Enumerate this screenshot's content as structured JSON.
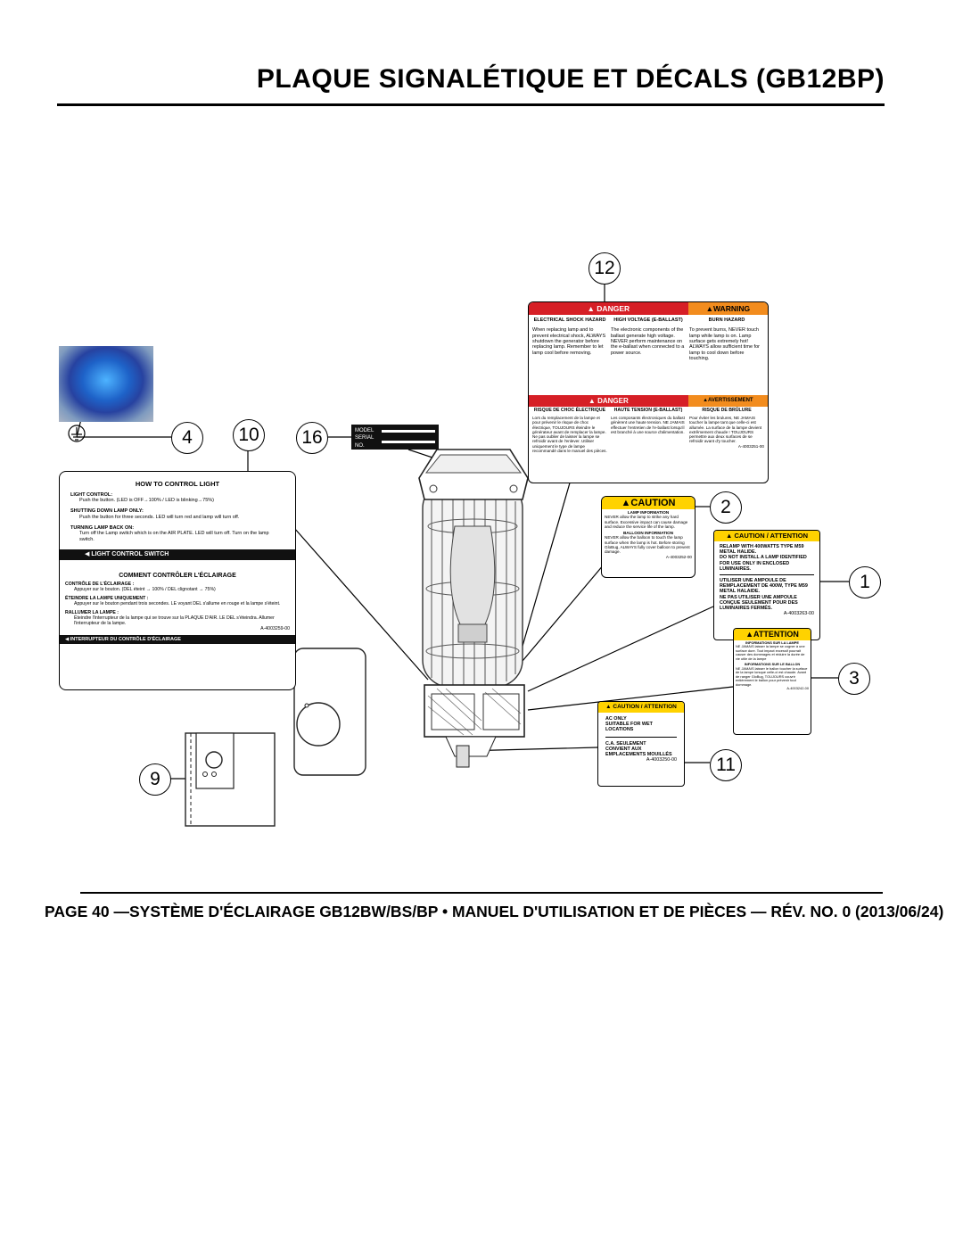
{
  "header": {
    "title": "PLAQUE SIGNALÉTIQUE ET DÉCALS (GB12BP)"
  },
  "footer": {
    "text": "PAGE 40 —SYSTÈME D'ÉCLAIRAGE GB12BW/BS/BP • MANUEL D'UTILISATION ET DE PIÈCES — RÉV. NO. 0 (2013/06/24)"
  },
  "callouts": [
    "1",
    "2",
    "3",
    "4",
    "9",
    "10",
    "11",
    "12",
    "16"
  ],
  "nameplate": {
    "model": "MODEL",
    "serial": "SERIAL NO."
  },
  "light_label": {
    "title_en": "HOW TO CONTROL LIGHT",
    "l1_head": "LIGHT CONTROL:",
    "l1_text": "Push the button. (LED is OFF→100% / LED is blinking→75%)",
    "l2_head": "SHUTTING DOWN LAMP ONLY:",
    "l2_text": "Push the button for three seconds. LED will turn red and lamp will turn off.",
    "l3_head": "TURNING LAMP BACK ON:",
    "l3_text": "Turn off the Lamp switch which is on the AIR PLATE. LED will turn off. Turn on the lamp switch.",
    "bar_en": "LIGHT CONTROL SWITCH",
    "title_fr": "COMMENT CONTRÔLER L'ÉCLAIRAGE",
    "f1_head": "CONTRÔLE DE L'ÉCLAIRAGE :",
    "f1_text": "Appuyer sur le bouton. (DEL éteint → 100% / DEL clignotant → 75%)",
    "f2_head": "ÉTEINDRE LA LAMPE UNIQUEMENT :",
    "f2_text": "Appuyer sur le bouton pendant trois secondes. LE voyant DEL s'allume en rouge et la lampe s'éteint.",
    "f3_head": "RALLUMER LA LAMPE :",
    "f3_text": "Éteindre l'interrupteur de la lampe qui se trouve sur la PLAQUE D'AIR. LE DEL s'éteindra. Allumer l'interrupteur de la lampe.",
    "part": "A-4003259-00",
    "bar_fr": "INTERRUPTEUR DU CONTRÔLE D'ÉCLAIRAGE"
  },
  "danger_label": {
    "danger": "DANGER",
    "warning": "WARNING",
    "c1_head": "ELECTRICAL SHOCK HAZARD",
    "c1_text": "When replacing lamp and to prevent electrical shock, ALWAYS shutdown the generator before replacing lamp. Remember to let lamp cool before removing.",
    "c2_head": "HIGH VOLTAGE (E-BALLAST)",
    "c2_text": "The electronic components of the ballast generate high voltage. NEVER perform maintenance on the e-ballast when connected to a power source.",
    "c3_head": "BURN HAZARD",
    "c3_text": "To prevent burns, NEVER touch lamp while lamp is on. Lamp surface gets extremely hot! ALWAYS allow sufficient time for lamp to cool down before touching.",
    "danger_fr": "DANGER",
    "avert": "AVERTISSEMENT",
    "f1_head": "RISQUE DE CHOC ÉLECTRIQUE",
    "f1_text": "Lors du remplacement de la lampe et pour prévenir le risque de choc électrique, TOUJOURS éteindre le générateur avant de remplacer la lampe. Ne pas oublier de laisser la lampe se refroidir avant de l'enlever. Utiliser uniquement le type de lampe recommandé dans le manuel des pièces.",
    "f2_head": "HAUTE TENSION (E-BALLAST)",
    "f2_text": "Les composants électroniques du ballast génèrent une haute tension. NE JAMAIS effectuer l'entretien de l'e-ballast lorsqu'il est branché à une source d'alimentation.",
    "f3_head": "RISQUE DE BRÛLURE",
    "f3_text": "Pour éviter les brulures, NE JAMAIS toucher la lampe tant que celle-ci est allumée. La surface de la lampe devient extrêmement chaude ! TOUJOURS permettre aux deux surfaces de se refroidir avant d'y toucher.",
    "part": "A-4003251-00"
  },
  "caution_lamp": {
    "head": "CAUTION",
    "h1": "LAMP INFORMATION",
    "t1": "NEVER allow the lamp to strike any hard surface. Excessive impact can cause damage and reduce the service life of the lamp.",
    "h2": "BALLOON INFORMATION",
    "t2": "NEVER allow the balloon to touch the lamp surface when the lamp is hot. Before storing GloBug, ALWAYS fully cover balloon to prevent damage.",
    "part": "A-4003252-00"
  },
  "caution_relamp": {
    "head": "CAUTION / ATTENTION",
    "e1": "RELAMP WITH 400WATTS TYPE M59 METAL HALIDE.",
    "e2": "DO NOT INSTALL A LAMP IDENTIFIED FOR USE ONLY IN ENCLOSED LUMINAIRES.",
    "f1": "UTILISER UNE AMPOULE DE REMPLACEMENT DE 400W, TYPE M59 METAL HALAIDE.",
    "f2": "NE PAS UTILISER UNE AMPOULE CONÇUE SEULEMENT POUR DES LUMINAIRES FERMÉS.",
    "part": "A-4003263-00"
  },
  "attention_label": {
    "head": "ATTENTION",
    "h1": "INFORMATIONS SUR LA LAMPE",
    "t1": "NE JAMAIS laisser la lampe se cogner à une surface dure. Tout impact excessif pourrait causer des dommages et réduire la durée de vie utile de la lampe",
    "h2": "INFORMATIONS SUR LE BALLON",
    "t2": "NE JAMAIS laisser le ballon toucher la surface de la lampe lorsque celle-ci est chaude. Avant de ranger GloBug, TOUJOURS couvrir entièrement le ballon pour prévenir tout dommage.",
    "part": "A-4003242-00"
  },
  "caution_ac": {
    "head": "CAUTION / ATTENTION",
    "e1": "AC ONLY",
    "e2": "SUITABLE FOR WET LOCATIONS",
    "f1": "C.A. SEULEMENT",
    "f2": "CONVIENT AUX EMPLACEMENTS MOUILLÉS",
    "part": "A-4003250-00"
  }
}
